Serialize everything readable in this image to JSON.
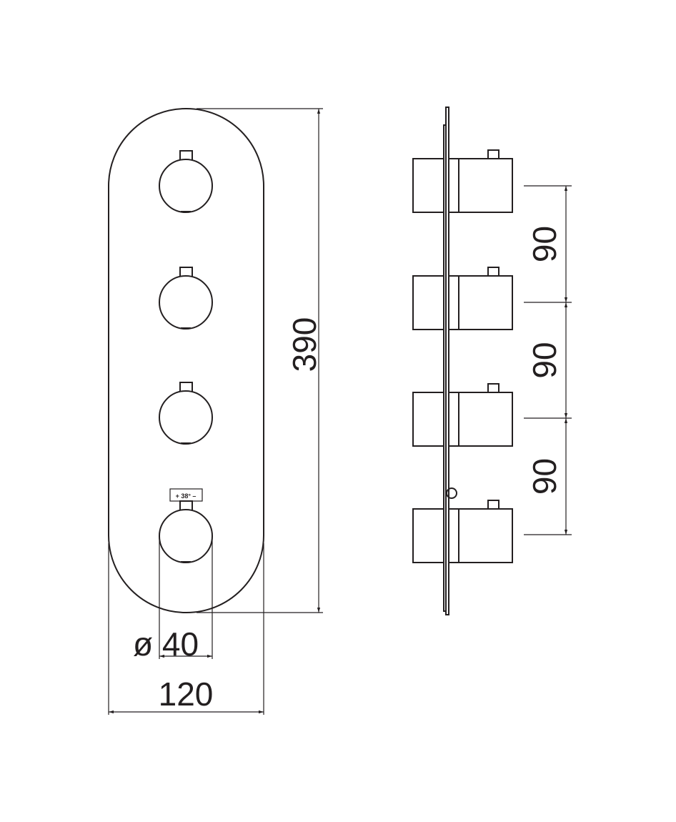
{
  "title": "Thermostatic concealed valve plate with 4 controls - dimension drawing",
  "dimensions": {
    "height": "390",
    "width": "120",
    "knob_diameter": "ø 40",
    "spacing": [
      "90",
      "90",
      "90"
    ]
  },
  "thermostat_label": "+ 38° –",
  "colors": {
    "line": "#231f20",
    "background": "#ffffff"
  }
}
